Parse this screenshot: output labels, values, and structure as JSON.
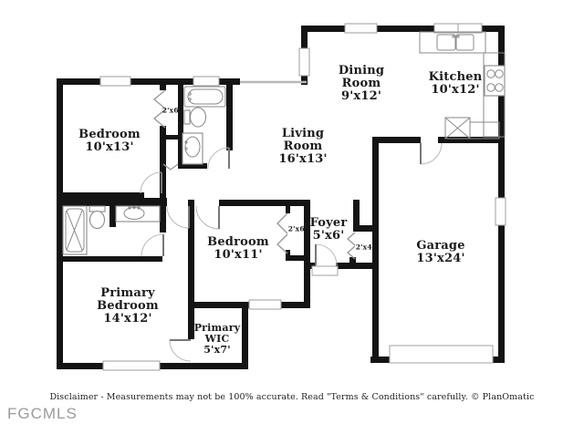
{
  "watermark": "FGCMLS",
  "disclaimer": "Disclaimer - Measurements may not be 100% accurate. Read \"Terms & Conditions\" carefully. © PlanOmatic",
  "rooms": [
    {
      "id": "bedroom-2",
      "lines": [
        "Bedroom",
        "10'x13'"
      ]
    },
    {
      "id": "dining-room",
      "lines": [
        "Dining",
        "Room",
        "9'x12'"
      ]
    },
    {
      "id": "kitchen",
      "lines": [
        "Kitchen",
        "10'x12'"
      ]
    },
    {
      "id": "living-room",
      "lines": [
        "Living",
        "Room",
        "16'x13'"
      ]
    },
    {
      "id": "foyer",
      "lines": [
        "Foyer",
        "5'x6'"
      ]
    },
    {
      "id": "bedroom-3",
      "lines": [
        "Bedroom",
        "10'x11'"
      ]
    },
    {
      "id": "primary-bedroom",
      "lines": [
        "Primary",
        "Bedroom",
        "14'x12'"
      ]
    },
    {
      "id": "primary-wic",
      "lines": [
        "Primary",
        "WIC",
        "5'x7'"
      ]
    },
    {
      "id": "garage",
      "lines": [
        "Garage",
        "13'x24'"
      ]
    }
  ],
  "closets": [
    {
      "id": "hall-closet",
      "label": "2'x6'"
    },
    {
      "id": "bedroom3-closet",
      "label": "2'x6'"
    },
    {
      "id": "foyer-closet",
      "label": "2'x4'"
    }
  ]
}
